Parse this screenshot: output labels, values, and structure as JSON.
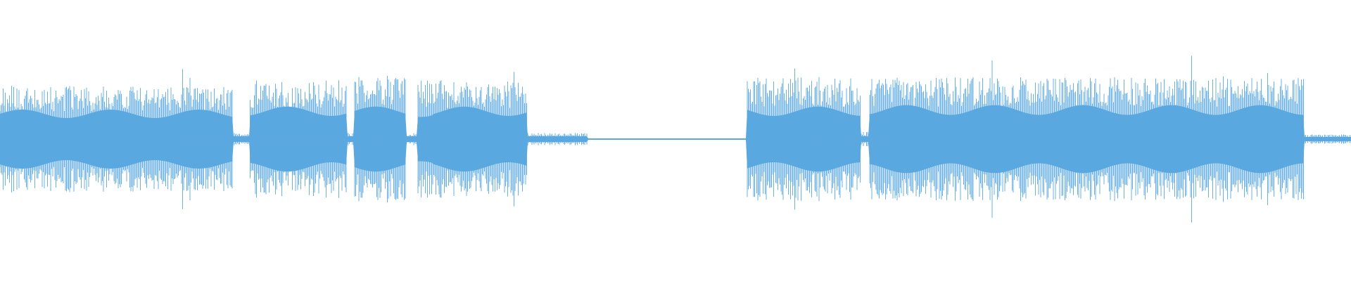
{
  "waveform": {
    "color": "#5BA8E0",
    "background": "#FFFFFF",
    "segments": [
      {
        "start": 0.0,
        "end": 0.172,
        "amp": 0.36,
        "core": 0.2
      },
      {
        "start": 0.172,
        "end": 0.185,
        "amp": 0.04,
        "core": 0.02
      },
      {
        "start": 0.185,
        "end": 0.257,
        "amp": 0.4,
        "core": 0.22
      },
      {
        "start": 0.257,
        "end": 0.262,
        "amp": 0.04,
        "core": 0.02
      },
      {
        "start": 0.262,
        "end": 0.3,
        "amp": 0.43,
        "core": 0.22
      },
      {
        "start": 0.3,
        "end": 0.309,
        "amp": 0.04,
        "core": 0.02
      },
      {
        "start": 0.309,
        "end": 0.32,
        "amp": 0.4,
        "core": 0.21
      },
      {
        "start": 0.32,
        "end": 0.39,
        "amp": 0.4,
        "core": 0.22
      },
      {
        "start": 0.39,
        "end": 0.435,
        "amp": 0.04,
        "core": 0.02
      },
      {
        "start": 0.435,
        "end": 0.553,
        "amp": 0.003,
        "core": 0.003
      },
      {
        "start": 0.553,
        "end": 0.637,
        "amp": 0.42,
        "core": 0.22
      },
      {
        "start": 0.637,
        "end": 0.643,
        "amp": 0.05,
        "core": 0.02
      },
      {
        "start": 0.643,
        "end": 0.965,
        "amp": 0.42,
        "core": 0.23
      },
      {
        "start": 0.965,
        "end": 1.0,
        "amp": 0.03,
        "core": 0.015
      }
    ]
  }
}
